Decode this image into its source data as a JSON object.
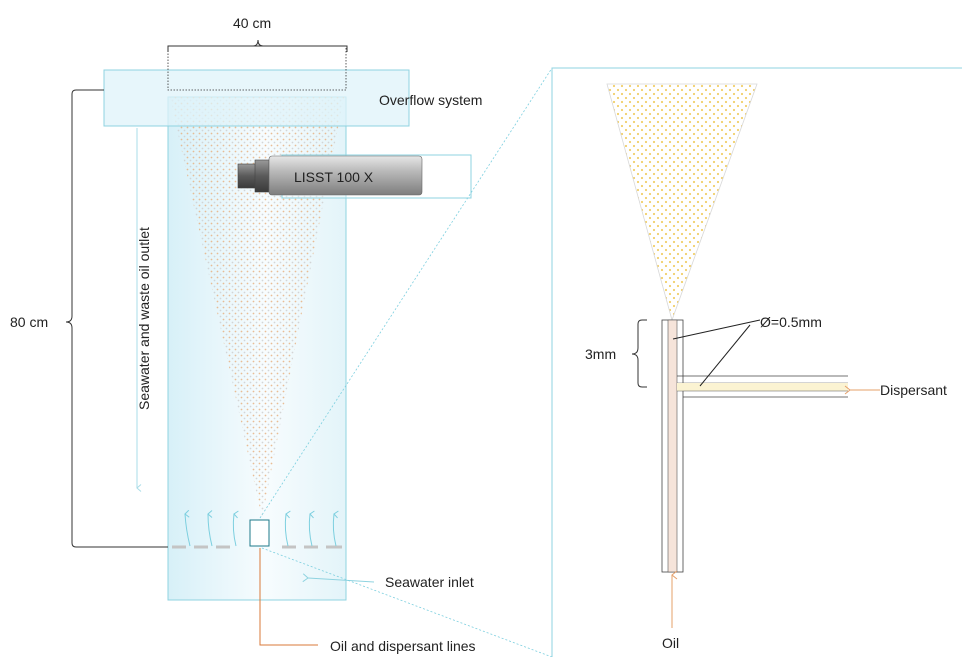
{
  "labels": {
    "width": "40 cm",
    "height": "80 cm",
    "overflow": "Overflow system",
    "lisst": "LISST 100 X",
    "outlet": "Seawater and waste oil  outlet",
    "inlet": "Seawater inlet",
    "lines": "Oil and dispersant lines",
    "diameter": "Ø=0.5mm",
    "length": "3mm",
    "dispersant": "Dispersant",
    "oil": "Oil"
  },
  "colors": {
    "tank_border": "#8fd3e0",
    "tank_fill": "#eaf7fb",
    "accent_line": "#7ccfdf",
    "droplets": "#e8b07a",
    "nozzle_droplets": "#f3d36b",
    "arrow_orange": "#e6a06a",
    "callout_orange": "#d97a3a",
    "lisst_body": "#9a9a9a",
    "dispersant_fill": "#fbf3d2",
    "oil_fill": "#f6e4da"
  },
  "icons": {
    "lisst": "cylinder-instrument-icon",
    "up_arrows": "arrow-up-icon",
    "down_arrows": "arrow-down-icon"
  }
}
